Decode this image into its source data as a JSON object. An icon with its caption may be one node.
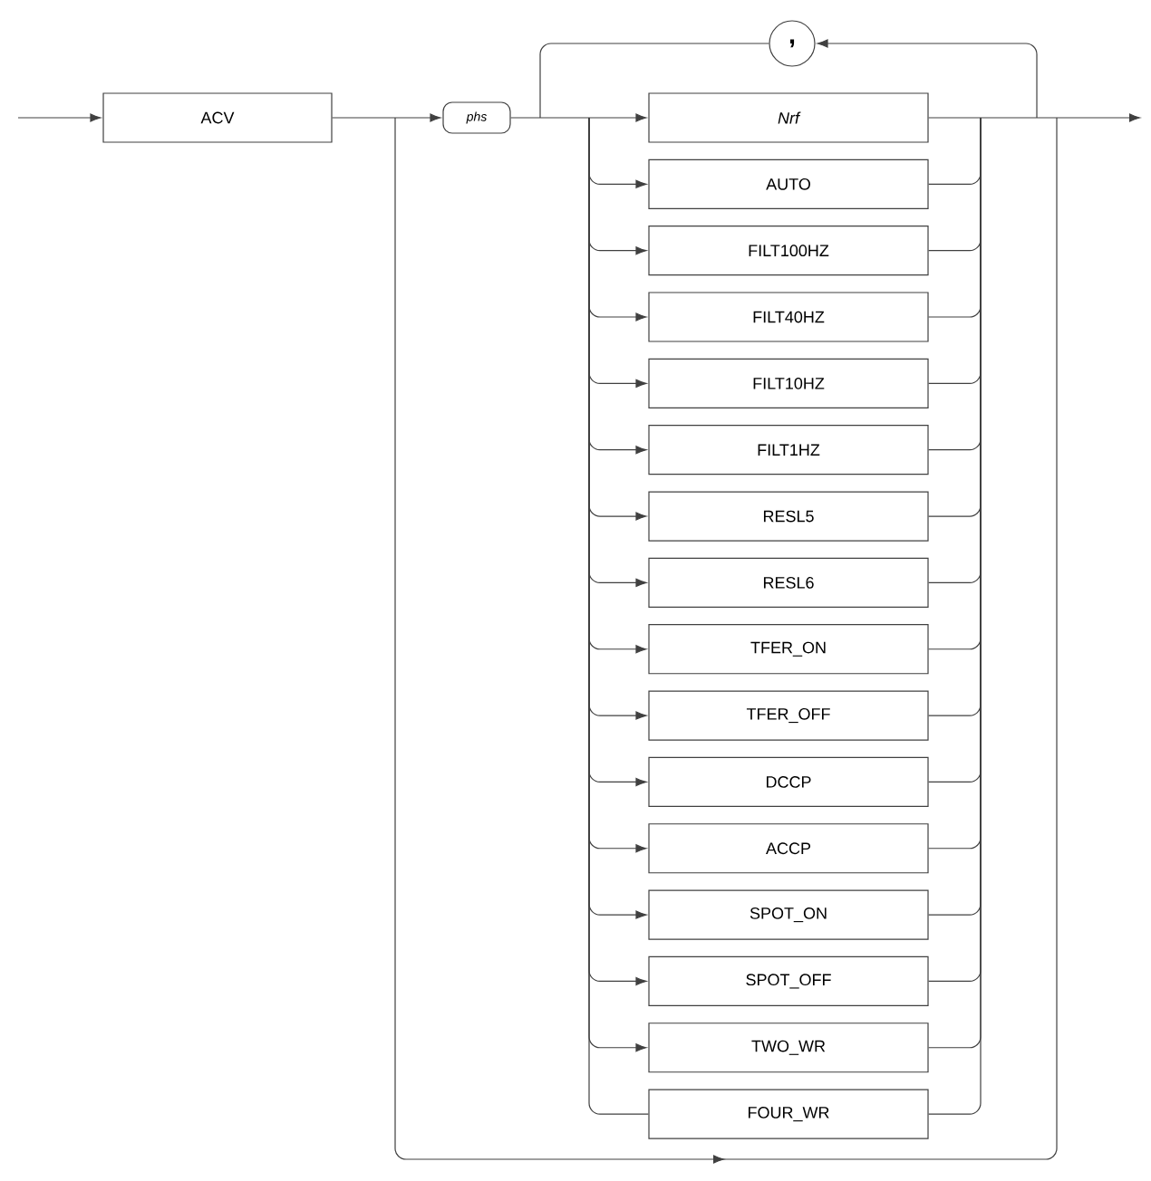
{
  "diagram": {
    "nodes": [
      {
        "text": [
          "ACV"
        ]
      },
      {
        "text": [
          "phs"
        ]
      },
      {
        "text": [
          ","
        ]
      },
      {
        "text": [
          "Nrf"
        ]
      },
      {
        "text": [
          "AUTO"
        ]
      },
      {
        "text": [
          "FILT100HZ"
        ]
      },
      {
        "text": [
          "FILT40HZ"
        ]
      },
      {
        "text": [
          "FILT10HZ"
        ]
      },
      {
        "text": [
          "FILT1HZ"
        ]
      },
      {
        "text": [
          "RESL5"
        ]
      },
      {
        "text": [
          "RESL6"
        ]
      },
      {
        "text": [
          "TFER_ON"
        ]
      },
      {
        "text": [
          "TFER_OFF"
        ]
      },
      {
        "text": [
          "DCCP"
        ]
      },
      {
        "text": [
          "ACCP"
        ]
      },
      {
        "text": [
          "SPOT_ON"
        ]
      },
      {
        "text": [
          "SPOT_OFF"
        ]
      },
      {
        "text": [
          "TWO_WR"
        ]
      },
      {
        "text": [
          "FOUR_WR"
        ]
      }
    ],
    "edges": [
      {
        "from": null,
        "to": 0,
        "arrow": "to"
      },
      {
        "from": 0,
        "to": 1,
        "arrow": "to"
      },
      {
        "from": 1,
        "to": 3,
        "arrow": "to"
      },
      {
        "from": 1,
        "to": 4,
        "arrow": "to"
      },
      {
        "from": 1,
        "to": 5,
        "arrow": "to"
      },
      {
        "from": 1,
        "to": 6,
        "arrow": "to"
      },
      {
        "from": 1,
        "to": 7,
        "arrow": "to"
      },
      {
        "from": 1,
        "to": 8,
        "arrow": "to"
      },
      {
        "from": 1,
        "to": 9,
        "arrow": "to"
      },
      {
        "from": 1,
        "to": 10,
        "arrow": "to"
      },
      {
        "from": 1,
        "to": 11,
        "arrow": "to"
      },
      {
        "from": 1,
        "to": 12,
        "arrow": "to"
      },
      {
        "from": 1,
        "to": 13,
        "arrow": "to"
      },
      {
        "from": 1,
        "to": 14,
        "arrow": "to"
      },
      {
        "from": 1,
        "to": 15,
        "arrow": "to"
      },
      {
        "from": 1,
        "to": 16,
        "arrow": "to"
      },
      {
        "from": 1,
        "to": 17,
        "arrow": "to"
      },
      {
        "from": 1,
        "to": 18,
        "arrow": "none"
      },
      {
        "from": 3,
        "to": null,
        "arrow": "to"
      },
      {
        "from": 4,
        "to": null,
        "arrow": "to"
      },
      {
        "from": 5,
        "to": null,
        "arrow": "to"
      },
      {
        "from": 6,
        "to": null,
        "arrow": "to"
      },
      {
        "from": 7,
        "to": null,
        "arrow": "to"
      },
      {
        "from": 8,
        "to": null,
        "arrow": "to"
      },
      {
        "from": 9,
        "to": null,
        "arrow": "to"
      },
      {
        "from": 10,
        "to": null,
        "arrow": "to"
      },
      {
        "from": 11,
        "to": null,
        "arrow": "to"
      },
      {
        "from": 12,
        "to": null,
        "arrow": "to"
      },
      {
        "from": 13,
        "to": null,
        "arrow": "to"
      },
      {
        "from": 14,
        "to": null,
        "arrow": "to"
      },
      {
        "from": 15,
        "to": null,
        "arrow": "to"
      },
      {
        "from": 16,
        "to": null,
        "arrow": "to"
      },
      {
        "from": 17,
        "to": null,
        "arrow": "to"
      },
      {
        "from": 18,
        "to": null,
        "arrow": "to"
      },
      {
        "from": 0,
        "to": null,
        "arrow": "to"
      },
      {
        "from": null,
        "to": 2,
        "arrow": "to"
      },
      {
        "from": 2,
        "to": null,
        "arrow": "none"
      }
    ]
  }
}
